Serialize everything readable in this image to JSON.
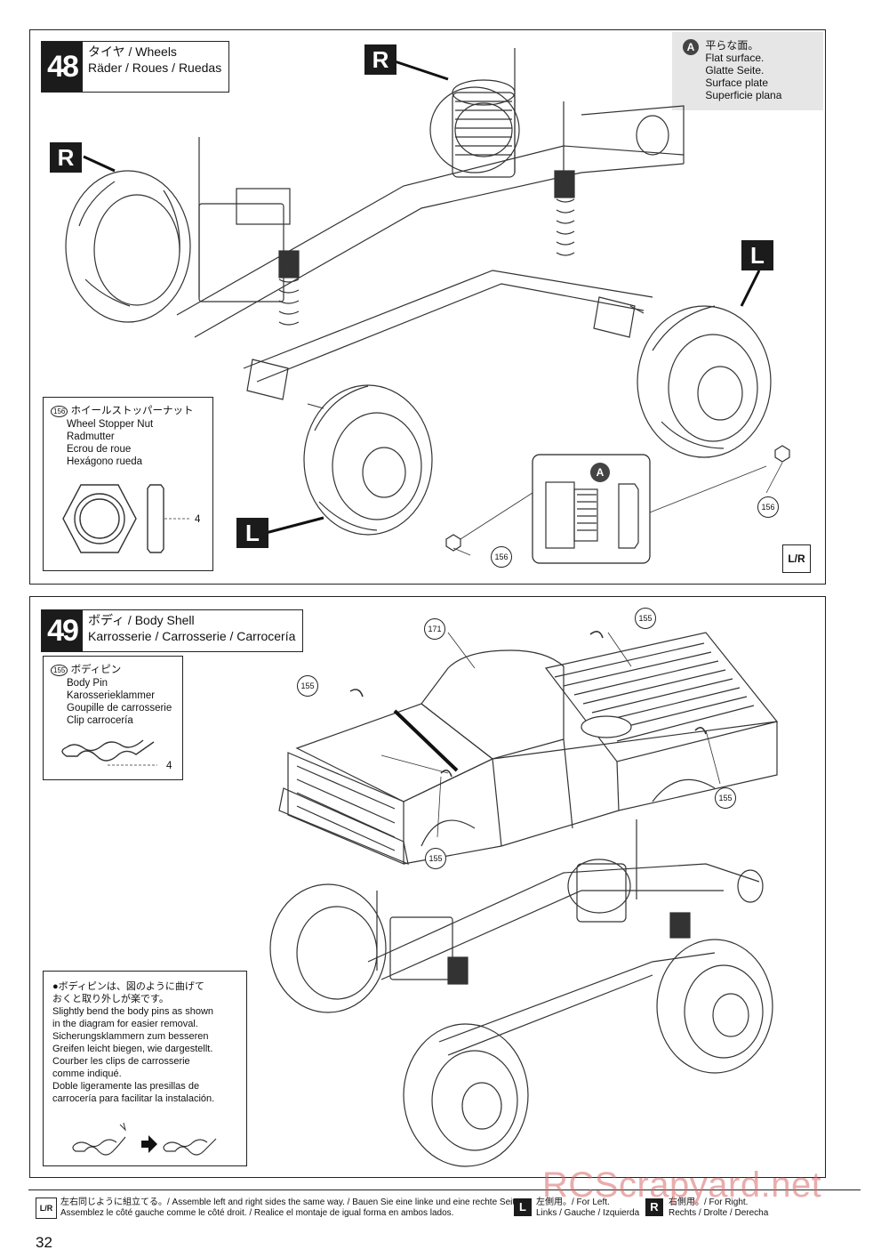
{
  "step48": {
    "number": "48",
    "title_line1": "タイヤ / Wheels",
    "title_line2": "Räder / Roues / Ruedas",
    "note_marker": "A",
    "note_lines": [
      "平らな面。",
      "Flat surface.",
      "Glatte Seite.",
      "Surface plate",
      "Superficie plana"
    ],
    "badge_R": "R",
    "badge_L": "L",
    "part": {
      "number": "156",
      "name_jp": "ホイールストッパーナット",
      "names": [
        "Wheel Stopper Nut",
        "Radmutter",
        "Ecrou de roue",
        "Hexágono rueda"
      ],
      "qty": "4"
    },
    "callout_156": "156",
    "detail_marker": "A",
    "lr_mark": "L/R"
  },
  "step49": {
    "number": "49",
    "title_line1": "ボディ / Body Shell",
    "title_line2": "Karrosserie / Carrosserie / Carrocería",
    "part": {
      "number": "155",
      "name_jp": "ボディピン",
      "names": [
        "Body Pin",
        "Karosserieklammer",
        "Goupille de carrosserie",
        "Clip carrocería"
      ],
      "qty": "4"
    },
    "callout_171": "171",
    "callout_155": "155",
    "tip_lines": [
      "●ボディピンは、図のように曲げて",
      "  おくと取り外しが楽です。",
      "Slightly bend the body pins as shown",
      "  in the diagram for easier removal.",
      "Sicherungsklammern zum besseren",
      "  Greifen leicht biegen, wie dargestellt.",
      "Courber les clips de carrosserie",
      "  comme indiqué.",
      "Doble ligeramente las presillas de",
      "  carrocería para facilitar la instalación."
    ]
  },
  "footer": {
    "lr_text_line1": "左右同じように組立てる。/  Assemble left and right sides the same way. / Bauen Sie eine linke und eine rechte Seite.",
    "lr_text_line2": "Assemblez le côté gauche comme le côté droit. / Realice el montaje de igual forma en ambos lados.",
    "l_badge": "L",
    "l_line1": "左側用。/  For Left.",
    "l_line2": "Links / Gauche / Izquierda",
    "r_badge": "R",
    "r_line1": "右側用。/  For Right.",
    "r_line2": "Rechts / Drolte / Derecha",
    "page_number": "32",
    "watermark": "RCScrapyard.net"
  }
}
